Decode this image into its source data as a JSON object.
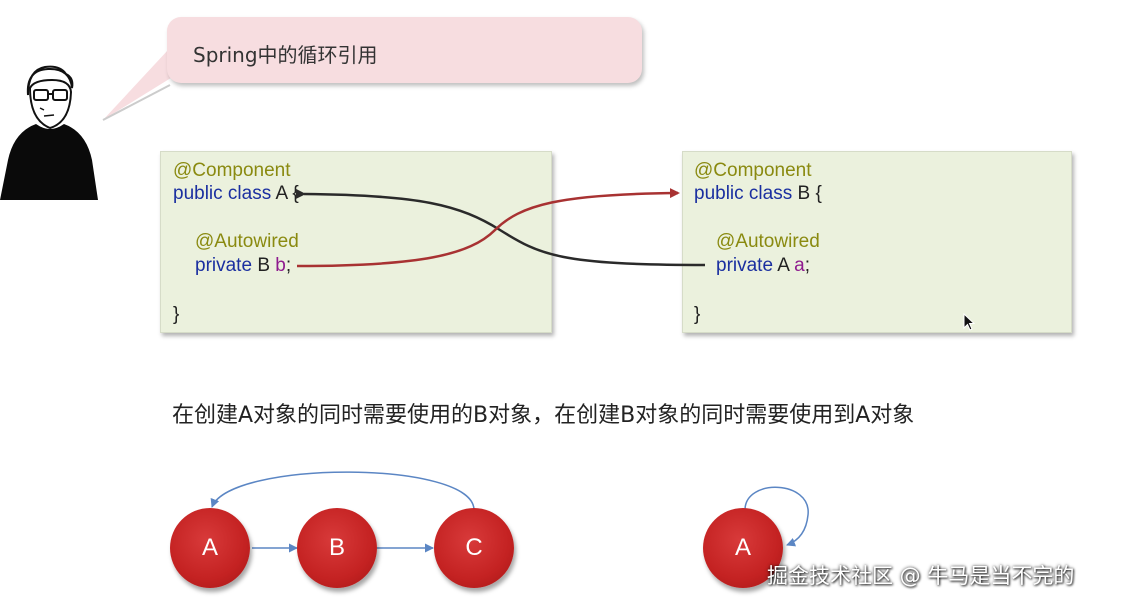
{
  "speech_bubble": {
    "title": "Spring中的循环引用"
  },
  "class_a": {
    "annotation": "@Component",
    "decl_kw": "public class ",
    "decl_name": "A {",
    "field_annotation": "@Autowired",
    "field_kw": "private ",
    "field_type": "B ",
    "field_name": "b",
    "field_end": ";",
    "close": "}"
  },
  "class_b": {
    "annotation": "@Component",
    "decl_kw": "public class ",
    "decl_name": "B {",
    "field_annotation": "@Autowired",
    "field_kw": "private ",
    "field_type": "A ",
    "field_name": "a",
    "field_end": ";",
    "close": "}"
  },
  "caption": "在创建A对象的同时需要使用的B对象，在创建B对象的同时需要使用到A对象",
  "diagram": {
    "chain_nodes": [
      "A",
      "B",
      "C"
    ],
    "self_node": "A"
  },
  "watermark": "掘金技术社区 @ 牛马是当不完的",
  "colors": {
    "node_red": "#c42222",
    "arrow_red": "#a83232",
    "arrow_black": "#2a2a2a",
    "diagram_arrow": "#5b86c4",
    "code_bg": "#ebf1dd"
  }
}
